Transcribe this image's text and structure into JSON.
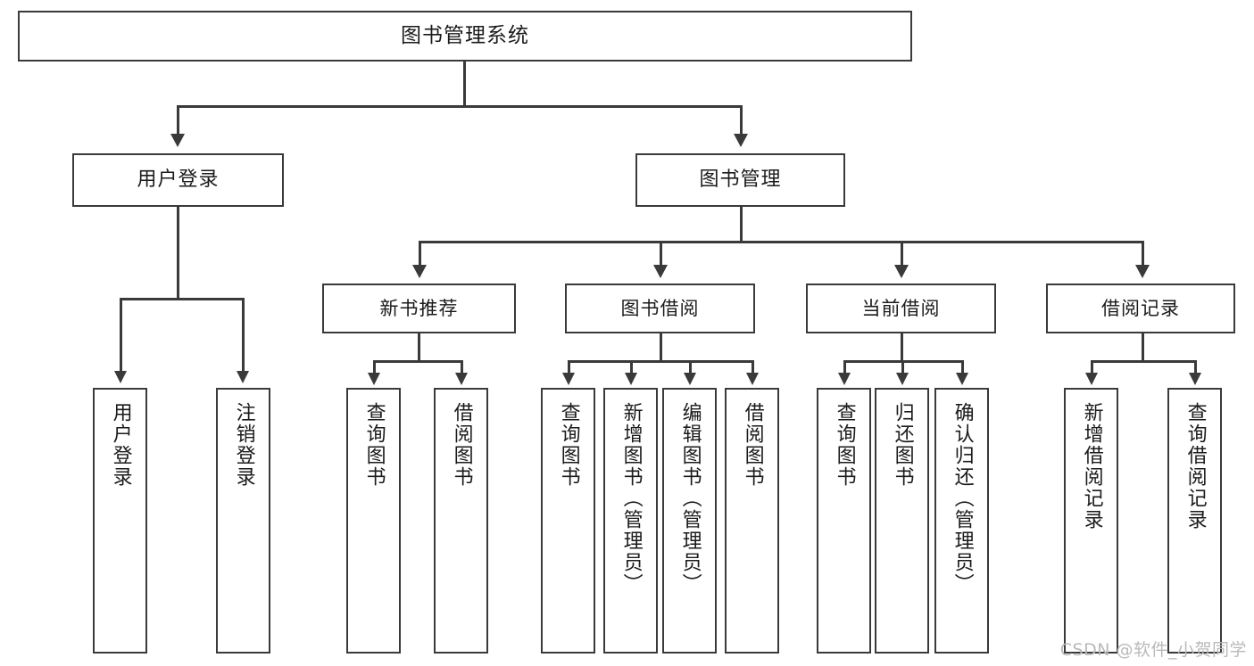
{
  "diagram": {
    "title": "图书管理系统",
    "type": "tree",
    "watermark": "CSDN @软件_小贺同学",
    "colors": {
      "stroke": "#3a3a3a",
      "fill": "#ffffff",
      "text": "#1b1b1b",
      "watermark": "#b9b9b9"
    },
    "root": {
      "label": "图书管理系统"
    },
    "level2": [
      {
        "label": "用户登录"
      },
      {
        "label": "图书管理"
      }
    ],
    "level3": [
      {
        "label": "新书推荐"
      },
      {
        "label": "图书借阅"
      },
      {
        "label": "当前借阅"
      },
      {
        "label": "借阅记录"
      }
    ],
    "leaves": {
      "user_login": [
        {
          "label": "用户登录"
        },
        {
          "label": "注销登录"
        }
      ],
      "new_book_recommend": [
        {
          "label": "查询图书"
        },
        {
          "label": "借阅图书"
        }
      ],
      "book_borrow": [
        {
          "label": "查询图书"
        },
        {
          "label": "新增图书（管理员）"
        },
        {
          "label": "编辑图书（管理员）"
        },
        {
          "label": "借阅图书"
        }
      ],
      "current_borrow": [
        {
          "label": "查询图书"
        },
        {
          "label": "归还图书"
        },
        {
          "label": "确认归还（管理员）"
        }
      ],
      "borrow_record": [
        {
          "label": "新增借阅记录"
        },
        {
          "label": "查询借阅记录"
        }
      ]
    }
  }
}
